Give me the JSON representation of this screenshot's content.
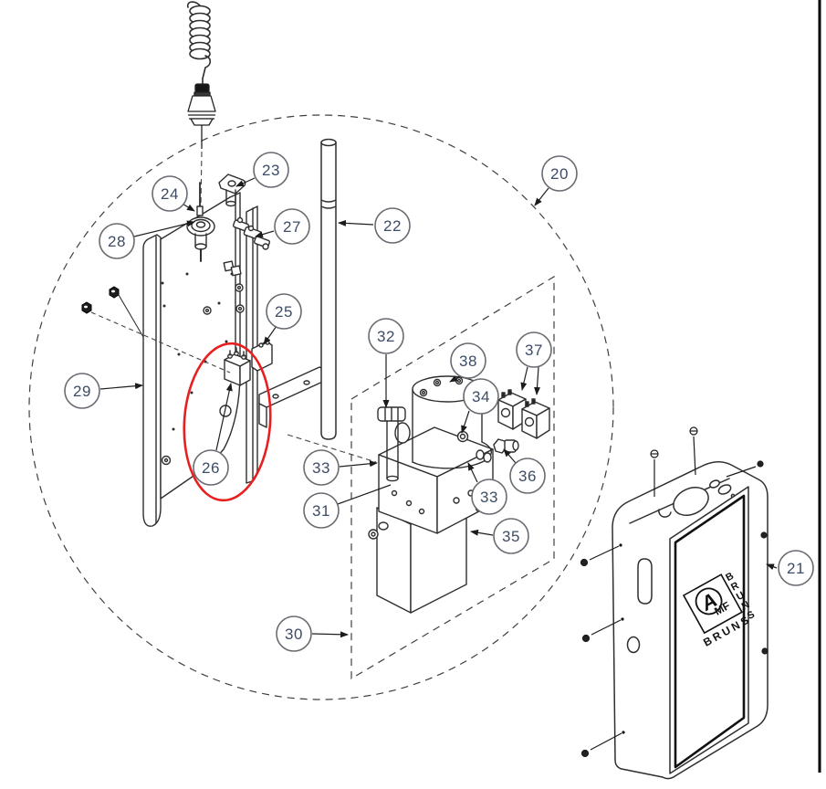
{
  "drawing": {
    "type": "exploded-parts-diagram",
    "highlight_color": "#e81f1f",
    "line_color": "#2e2e2e",
    "callout_text_color": "#3c4c66",
    "callout_stroke_color": "#686c72",
    "page_border_color": "#000000"
  },
  "callouts": {
    "c20": "20",
    "c21": "21",
    "c22": "22",
    "c23": "23",
    "c24": "24",
    "c25": "25",
    "c26": "26",
    "c27": "27",
    "c28": "28",
    "c29": "29",
    "c30": "30",
    "c31": "31",
    "c32": "32",
    "c33_left": "33",
    "c33_right": "33",
    "c34": "34",
    "c35": "35",
    "c36": "36",
    "c37": "37",
    "c38": "38"
  },
  "logo": {
    "emblem_top": "A",
    "emblem_mid": "MF",
    "side_letters": [
      "B",
      "R",
      "U",
      "N",
      "S"
    ],
    "bottom_text": "BRUNS"
  }
}
